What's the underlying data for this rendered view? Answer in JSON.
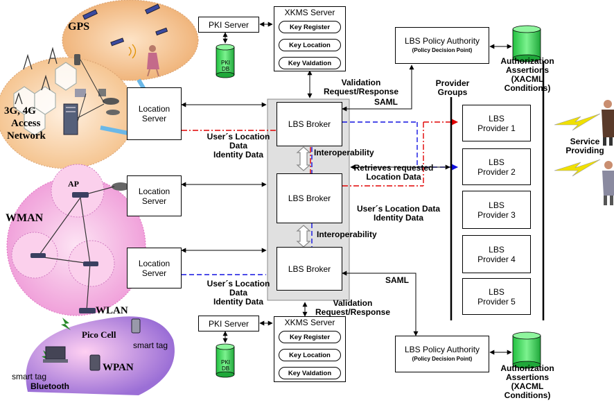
{
  "networks": {
    "gps": "GPS",
    "access_line1": "3G, 4G",
    "access_line2": "Access",
    "access_line3": "Network",
    "wman": "WMAN",
    "ap": "AP",
    "wlan": "WLAN",
    "pico_cell": "Pico Cell",
    "wpan": "WPAN",
    "bluetooth": "Bluetooth",
    "smart_tag": "smart tag"
  },
  "location_servers": [
    {
      "line1": "Location",
      "line2": "Server"
    },
    {
      "line1": "Location",
      "line2": "Server"
    },
    {
      "line1": "Location",
      "line2": "Server"
    }
  ],
  "brokers": [
    "LBS Broker",
    "LBS Broker",
    "LBS Broker"
  ],
  "pki": {
    "server": "PKI Server",
    "db_line1": "PKI",
    "db_line2": "DB"
  },
  "xkms": {
    "title": "XKMS Server",
    "items": [
      "Key Register",
      "Key Location",
      "Key Valdation"
    ]
  },
  "policy_authority": {
    "title": "LBS Policy Authority",
    "subtitle": "(Policy Decision Point)"
  },
  "authorization": {
    "line1": "Authorization",
    "line2": "Assertions",
    "line3": "(XACML",
    "line4": "Conditions)"
  },
  "providers_title": {
    "line1": "Provider",
    "line2": "Groups"
  },
  "providers": [
    {
      "line1": "LBS",
      "line2": "Provider 1"
    },
    {
      "line1": "LBS",
      "line2": "Provider 2"
    },
    {
      "line1": "LBS",
      "line2": "Provider 3"
    },
    {
      "line1": "LBS",
      "line2": "Provider 4"
    },
    {
      "line1": "LBS",
      "line2": "Provider 5"
    }
  ],
  "labels": {
    "validation_line1": "Validation",
    "validation_line2": "Request/Response",
    "saml": "SAML",
    "user_loc": "User´s Location Data",
    "identity": "Identity Data",
    "interoperability": "Interoperability",
    "retrieves_line1": "Retrieves requested",
    "retrieves_line2": "Location Data",
    "service_line1": "Service",
    "service_line2": "Providing"
  },
  "colors": {
    "red_dash": "#e00000",
    "blue_dash": "#1010e0",
    "broker_bg": "#e0e0e0",
    "gps_cloud": "#f5c89a",
    "access_cloud": "#f9d6b0",
    "wman_cloud": "#f3aee0",
    "pico_cloud": "#b58ce0",
    "cylinder": "#33dd55"
  }
}
